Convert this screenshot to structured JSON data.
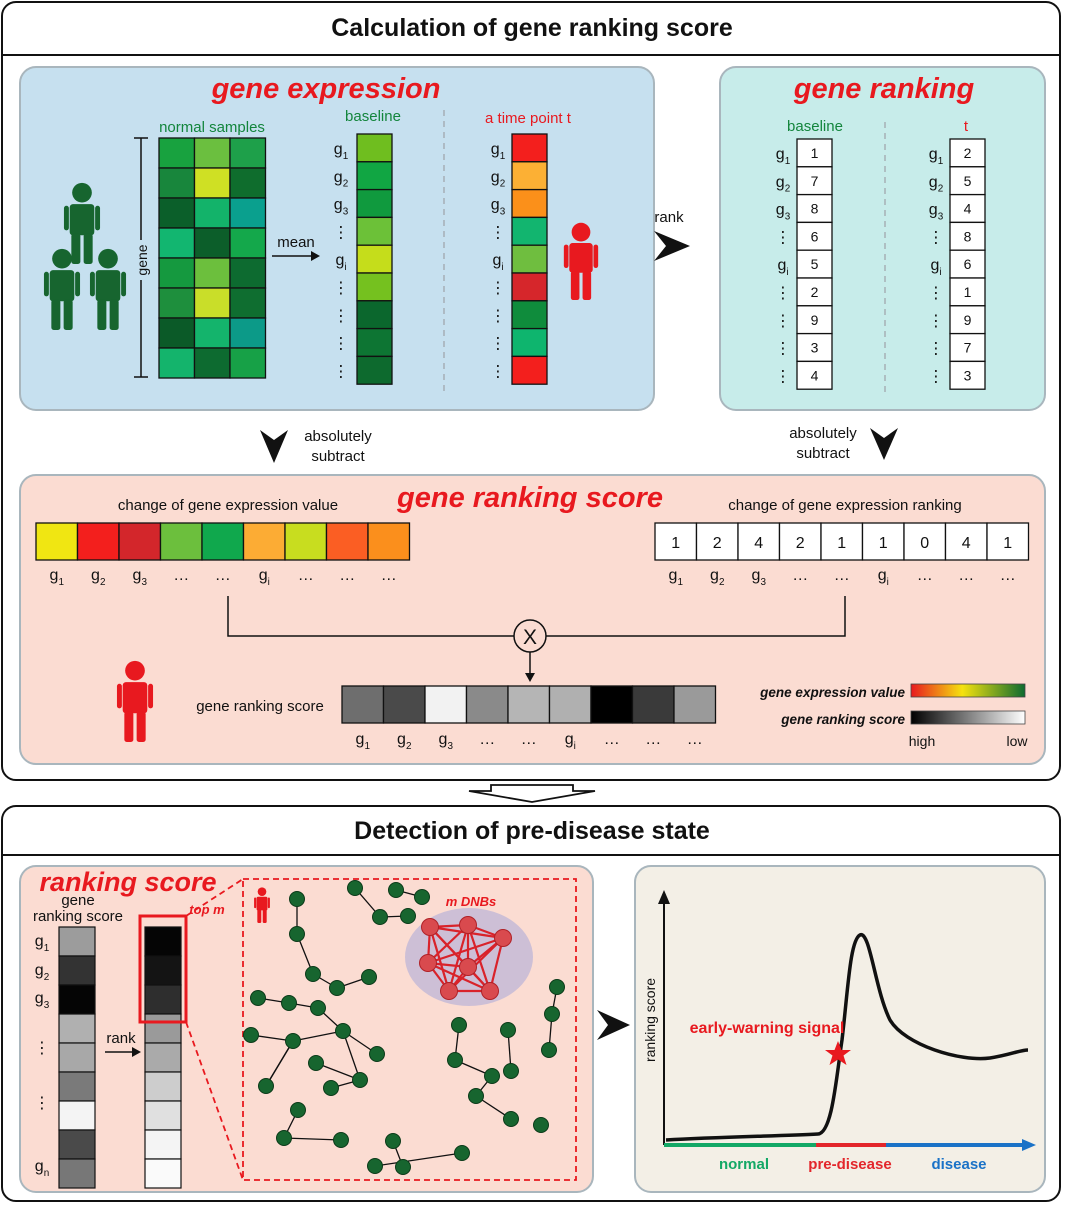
{
  "panel_top": {
    "title": "Calculation of gene ranking score",
    "expression": {
      "heading": "gene expression",
      "normal_samples": "normal samples",
      "gene_axis": "gene",
      "mean": "mean",
      "baseline": "baseline",
      "timepoint": "a time point t",
      "row_labels": [
        "g1",
        "g2",
        "g3",
        "⋮",
        "gi",
        "⋮",
        "⋮",
        "⋮",
        "⋮"
      ],
      "matrix_colors": [
        [
          "#18a23f",
          "#6bbf3f",
          "#1ea04a"
        ],
        [
          "#18863c",
          "#cfe024",
          "#0f6d2d"
        ],
        [
          "#0b5f2a",
          "#13b36a",
          "#0aa08e"
        ],
        [
          "#12b670",
          "#0c5e2a",
          "#14a84b"
        ],
        [
          "#15993f",
          "#6cbf3d",
          "#0d6b30"
        ],
        [
          "#1e8f3d",
          "#c9de29",
          "#0f6e30"
        ],
        [
          "#0b5a28",
          "#14b46c",
          "#0c9a88"
        ],
        [
          "#14b46c",
          "#0d6b30",
          "#17a147"
        ]
      ],
      "baseline_colors": [
        "#6fbe1f",
        "#11a643",
        "#109a3e",
        "#6cc138",
        "#c5dd1b",
        "#75c11f",
        "#0b672d",
        "#0d7533",
        "#0d6a2e"
      ],
      "timepoint_colors": [
        "#f31f1d",
        "#fcb034",
        "#fb901a",
        "#12b56f",
        "#6fbe3f",
        "#d6262b",
        "#0f8c3c",
        "#0eb56e",
        "#f31f1d"
      ]
    },
    "rank_label": "rank",
    "ranking": {
      "heading": "gene ranking",
      "baseline": "baseline",
      "t": "t",
      "row_labels": [
        "g1",
        "g2",
        "g3",
        "⋮",
        "gi",
        "⋮",
        "⋮",
        "⋮",
        "⋮"
      ],
      "baseline_values": [
        "1",
        "7",
        "8",
        "6",
        "5",
        "2",
        "9",
        "3",
        "4"
      ],
      "t_values": [
        "2",
        "5",
        "4",
        "8",
        "6",
        "1",
        "9",
        "7",
        "3"
      ]
    },
    "subtract_label_line1": "absolutely",
    "subtract_label_line2": "subtract",
    "score": {
      "heading": "gene ranking score",
      "expr_change_title": "change of gene expression value",
      "expr_change_colors": [
        "#f0e612",
        "#f31f1d",
        "#d3262b",
        "#6cbf3d",
        "#10a84d",
        "#fcac34",
        "#c8dd1f",
        "#fb5e23",
        "#fb8f1c"
      ],
      "rank_change_title": "change of gene expression ranking",
      "rank_change_values": [
        "1",
        "2",
        "4",
        "2",
        "1",
        "1",
        "0",
        "4",
        "1"
      ],
      "col_labels": [
        "g1",
        "g2",
        "g3",
        "…",
        "…",
        "gi",
        "…",
        "…",
        "…"
      ],
      "multiply": "X",
      "score_label": "gene ranking score",
      "score_colors": [
        "#6e6e6e",
        "#4a4a4a",
        "#f2f2f2",
        "#8a8a8a",
        "#b5b5b5",
        "#b0b0b0",
        "#000000",
        "#3a3a3a",
        "#9a9a9a"
      ],
      "legend_expr": "gene expression value",
      "legend_score": "gene ranking score",
      "legend_high": "high",
      "legend_low": "low"
    }
  },
  "panel_bottom": {
    "title": "Detection of pre-disease state",
    "ranking_score": {
      "heading": "ranking score",
      "col_title_line1": "gene",
      "col_title_line2": "ranking score",
      "row_labels": [
        "g1",
        "g2",
        "g3",
        "⋮",
        "⋮",
        "gn"
      ],
      "left_colors": [
        "#9c9c9c",
        "#333333",
        "#050505",
        "#b0b0b0",
        "#a8a8a8",
        "#7a7a7a",
        "#f4f4f4",
        "#4a4a4a",
        "#777777"
      ],
      "right_colors": [
        "#050505",
        "#141414",
        "#2e2e2e",
        "#9a9a9a",
        "#aaaaaa",
        "#cdcdcd",
        "#e0e0e0",
        "#f4f4f4",
        "#fafafa"
      ],
      "rank": "rank",
      "top_m": "top m",
      "dnb_label": "m DNBs"
    },
    "curve": {
      "y_label": "ranking score",
      "signal_label": "early-warning signal",
      "stages": [
        "normal",
        "pre-disease",
        "disease"
      ],
      "stage_colors": [
        "#13a866",
        "#e3262b",
        "#1a72c7"
      ]
    }
  },
  "colors": {
    "red_heading": "#e8191f",
    "green_text": "#13853c",
    "green_node": "#17652f",
    "red_node": "#d94a4e",
    "panel_blue": "#c6e0ef",
    "panel_teal": "#c7ecea",
    "panel_pink": "#fbdcd2",
    "panel_beige": "#f3efe6"
  }
}
